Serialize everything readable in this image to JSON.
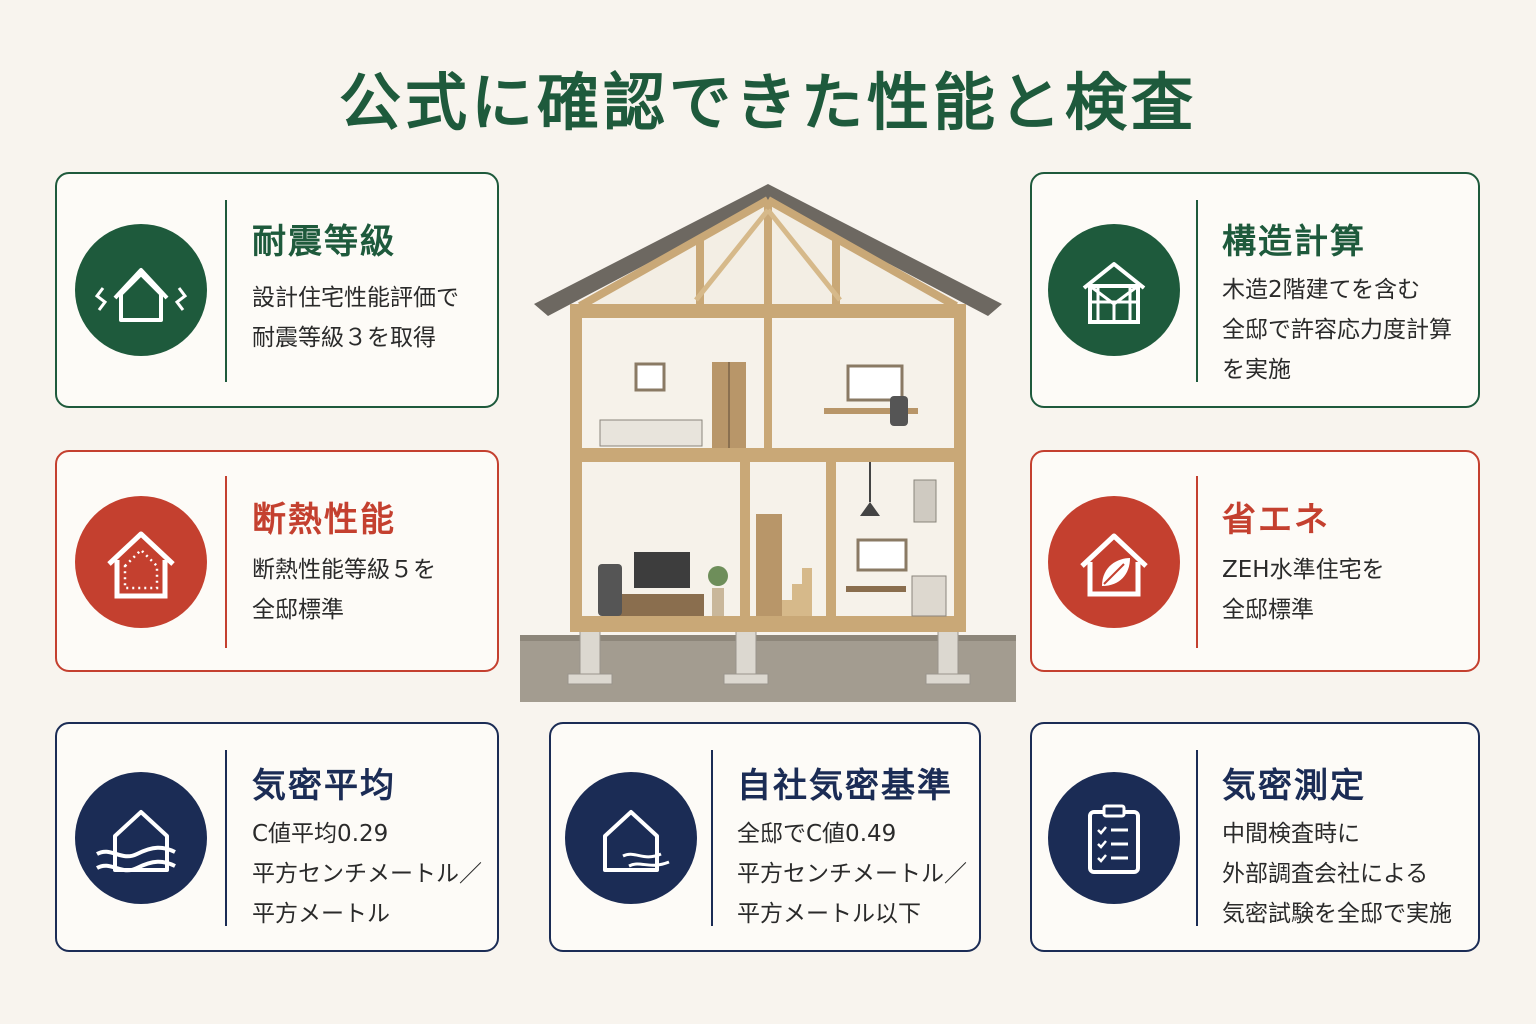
{
  "title": "公式に確認できた性能と検査",
  "colors": {
    "green": "#1e5a3c",
    "red": "#c4402f",
    "navy": "#1b2c55",
    "background": "#f8f4ee"
  },
  "cards": {
    "seismic": {
      "title": "耐震等級",
      "icon": "house-shaking-icon",
      "lines": [
        "設計住宅性能評価で",
        "耐震等級３を取得"
      ]
    },
    "structure": {
      "title": "構造計算",
      "icon": "house-frame-icon",
      "lines": [
        "木造2階建てを含む",
        "全邸で許容応力度計算",
        "を実施"
      ]
    },
    "insulation": {
      "title": "断熱性能",
      "icon": "insulated-house-icon",
      "lines": [
        "断熱性能等級５を",
        "全邸標準"
      ]
    },
    "energy": {
      "title": "省エネ",
      "icon": "leaf-house-icon",
      "lines": [
        "ZEH水準住宅を",
        "全邸標準"
      ]
    },
    "airtight_avg": {
      "title": "気密平均",
      "icon": "house-airflow-icon",
      "lines": [
        "C値平均0.29",
        "平方センチメートル／",
        "平方メートル"
      ]
    },
    "airtight_std": {
      "title": "自社気密基準",
      "icon": "house-wind-icon",
      "lines": [
        "全邸でC値0.49",
        "平方センチメートル／",
        "平方メートル以下"
      ]
    },
    "airtight_test": {
      "title": "気密測定",
      "icon": "clipboard-checklist-icon",
      "lines": [
        "中間検査時に",
        "外部調査会社による",
        "気密試験を全邸で実施"
      ]
    }
  }
}
